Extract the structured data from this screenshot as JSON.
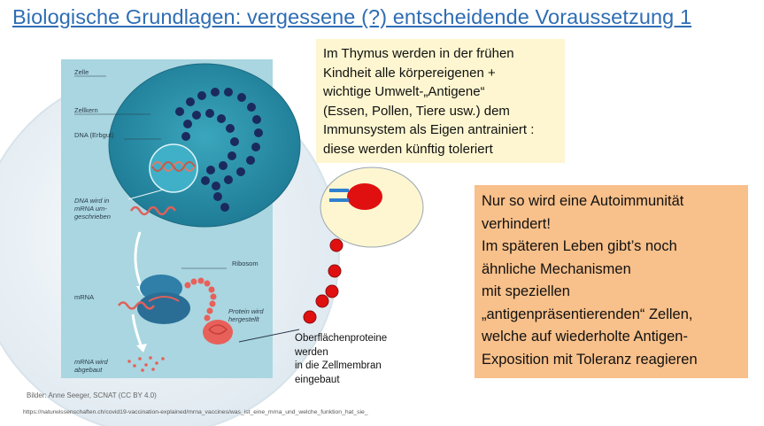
{
  "slide": {
    "title": "Biologische Grundlagen: vergessene (?) entscheidende Voraussetzung 1"
  },
  "diagram": {
    "labels": {
      "zelle": "Zelle",
      "zellkern": "Zellkern",
      "dna": "DNA (Erbgut)",
      "dna_umgeschrieben_1": "DNA wird in",
      "dna_umgeschrieben_2": "mRNA um-",
      "dna_umgeschrieben_3": "geschrieben",
      "ribosom": "Ribosom",
      "mrna": "mRNA",
      "protein_1": "Protein wird",
      "protein_2": "hergestellt",
      "mrna_abgebaut_1": "mRNA wird",
      "mrna_abgebaut_2": "abgebaut"
    },
    "surface_text": {
      "line1": "Oberflächenproteine",
      "line2": "werden",
      "line3": "in die Zellmembran",
      "line4": "eingebaut"
    },
    "caption": "Bilder: Anne Seeger, SCNAT (CC BY 4.0)",
    "url": "https://naturwissenschaften.ch/covid19-vaccination-explained/mrna_vaccines/was_ist_eine_mrna_und_welche_funktion_hat_sie_"
  },
  "thymus_box": {
    "line1": "Im Thymus werden in der frühen",
    "line2": "Kindheit alle körpereigenen +",
    "line3": "wichtige Umwelt-„Antigene“",
    "line4": "(Essen, Pollen, Tiere usw.) dem",
    "line5": "Immunsystem als Eigen antrainiert :",
    "line6": "diese werden künftig toleriert"
  },
  "autoimmun_box": {
    "line1": "Nur so wird eine Autoimmunität",
    "line2": "verhindert!",
    "line3": "Im späteren Leben gibt’s noch",
    "line4": "ähnliche Mechanismen",
    "line5": "mit speziellen",
    "line6": "„antigenpräsentierenden“ Zellen,",
    "line7": "welche auf wiederholte Antigen-",
    "line8": "Exposition mit Toleranz reagieren"
  },
  "colors": {
    "title": "#2e6db4",
    "thymus_box_bg": "#fdf6d0",
    "autoimmun_box_bg": "#f8c08a",
    "panel": "#a9d6e0",
    "nucleus": "#2a8fa8",
    "protein_red": "#e02020"
  }
}
